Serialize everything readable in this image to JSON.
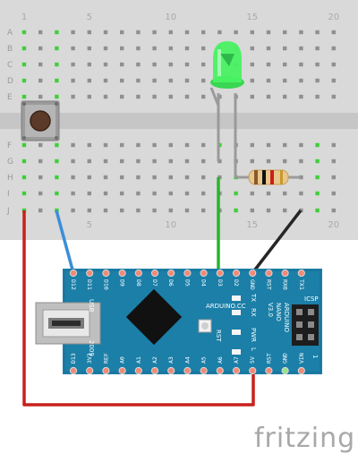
{
  "breadboard": {
    "row_labels_top": [
      "A",
      "B",
      "C",
      "D",
      "E"
    ],
    "row_labels_bottom": [
      "F",
      "G",
      "H",
      "I",
      "J"
    ],
    "column_numbers": [
      "1",
      "5",
      "10",
      "15",
      "20"
    ]
  },
  "arduino": {
    "top_pins": [
      "D12",
      "D11",
      "D10",
      "D9",
      "D8",
      "D7",
      "D6",
      "D5",
      "D4",
      "D3",
      "D2",
      "GND",
      "RST",
      "RX0",
      "TX1"
    ],
    "bottom_pins": [
      "D13",
      "3V3",
      "REF",
      "A0",
      "A1",
      "A2",
      "A3",
      "A4",
      "A5",
      "A6",
      "A7",
      "5V",
      "RST",
      "GND",
      "VIN"
    ],
    "usb_label": "USB",
    "year_label": "2009",
    "site_label": "ARDUINO.CC",
    "model_lines": [
      "ARDUINO",
      "NANO",
      "V3.0"
    ],
    "icsp_label": "ICSP",
    "led_labels": [
      "TX",
      "RX",
      "PWR",
      "L"
    ],
    "rst_label": "RST",
    "one_label": "1"
  },
  "brand": {
    "name": "fritzing"
  },
  "colors": {
    "board_blue": "#1b7fa8",
    "wire_red": "#c8211c",
    "wire_blue": "#3b8ed6",
    "wire_green": "#27b52c",
    "wire_black": "#262626",
    "led_green": "#49f263"
  }
}
